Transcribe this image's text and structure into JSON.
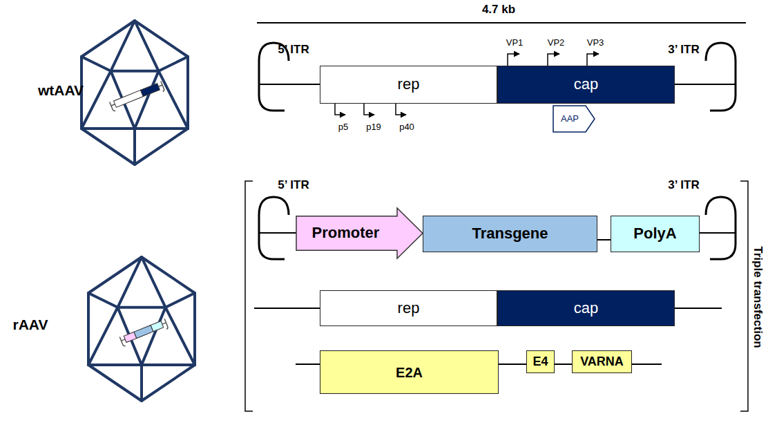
{
  "diagram": {
    "nodes": [
      {
        "text": [
          "rep"
        ]
      },
      {
        "text": [
          "cap"
        ]
      },
      {
        "text": [
          "AAP"
        ]
      },
      {
        "text": [
          "Promoter"
        ]
      },
      {
        "text": [
          "Transgene"
        ]
      },
      {
        "text": [
          "PolyA"
        ]
      },
      {
        "text": [
          "rep"
        ]
      },
      {
        "text": [
          "cap"
        ]
      },
      {
        "text": [
          "E2A"
        ]
      },
      {
        "text": [
          "E4"
        ]
      },
      {
        "text": [
          "VARNA"
        ]
      }
    ],
    "edges": [
      {
        "from": 4,
        "to": 5,
        "arrow": "none"
      },
      {
        "from": 8,
        "to": 9,
        "arrow": "none"
      },
      {
        "from": 9,
        "to": 10,
        "arrow": "none"
      }
    ],
    "labels": [
      "4.7 kb",
      "wtAAV",
      "5’ ITR",
      "3’ ITR",
      "VP1",
      "VP2",
      "VP3",
      "p5",
      "p19",
      "p40",
      "rAAV",
      "5’ ITR",
      "3’ ITR",
      "Triple transfection"
    ]
  }
}
